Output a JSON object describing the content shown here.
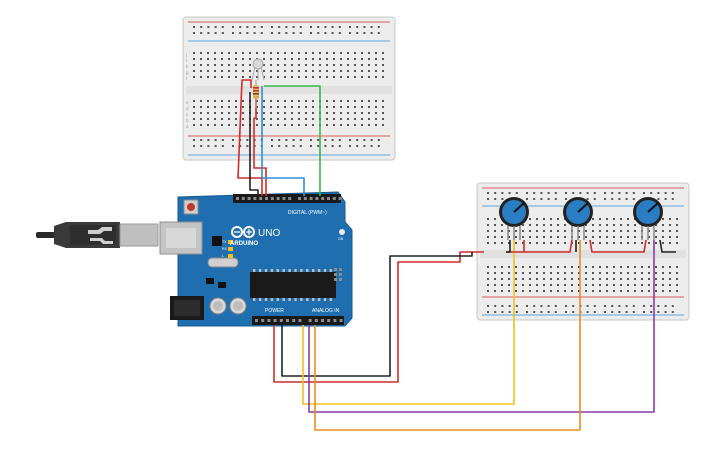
{
  "arduino": {
    "brand": "ARDUINO",
    "model": "UNO",
    "digital_label": "DIGITAL (PWM~)",
    "power_label": "POWER",
    "analog_label": "ANALOG IN",
    "tx_label": "TX",
    "rx_label": "RX",
    "l_label": "L",
    "on_label": "ON"
  },
  "breadboard": {
    "row_letters_top": [
      "j",
      "i",
      "h",
      "g",
      "f"
    ],
    "row_letters_bottom": [
      "e",
      "d",
      "c",
      "b",
      "a"
    ]
  },
  "wire_colors": {
    "red": "#d42a2a",
    "black": "#222222",
    "blue": "#2f8fd6",
    "green": "#36b84a",
    "yellow": "#f2c01e",
    "orange": "#e8901c",
    "purple": "#8a3aa8"
  },
  "board_color": "#1f6fb0",
  "potentiometer_color": "#2a7dc4",
  "led_color": "#d8d8d8",
  "resistor_color": "#e0b96a"
}
